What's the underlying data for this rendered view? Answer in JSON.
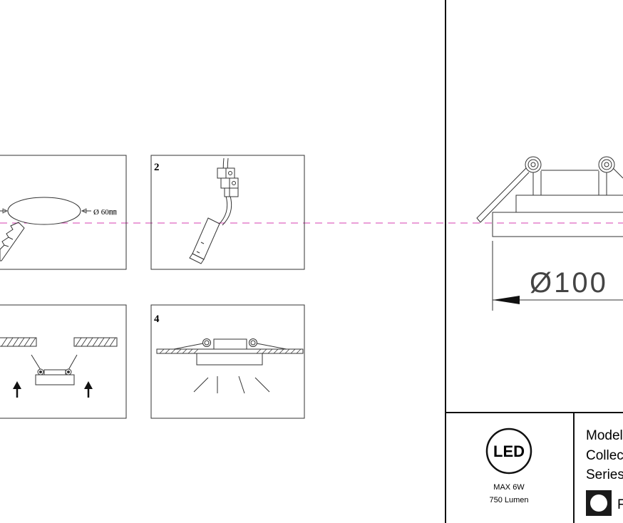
{
  "panels": [
    {
      "id": "1",
      "number": "",
      "dimension": "Ø 60㎜"
    },
    {
      "id": "2",
      "number": "2"
    },
    {
      "id": "3",
      "number": ""
    },
    {
      "id": "4",
      "number": "4"
    }
  ],
  "drawing": {
    "diameter_label": "Ø100"
  },
  "spec": {
    "led_label": "LED",
    "power": "MAX 6W",
    "lumen": "750 Lumen"
  },
  "info": {
    "model_label": "Model",
    "collection_label": "Collec",
    "series_label": "Series",
    "finish_letter": "F"
  },
  "colors": {
    "line": "#333333",
    "centerline": "#d63fb0",
    "swatch": "#1a1a1a"
  }
}
